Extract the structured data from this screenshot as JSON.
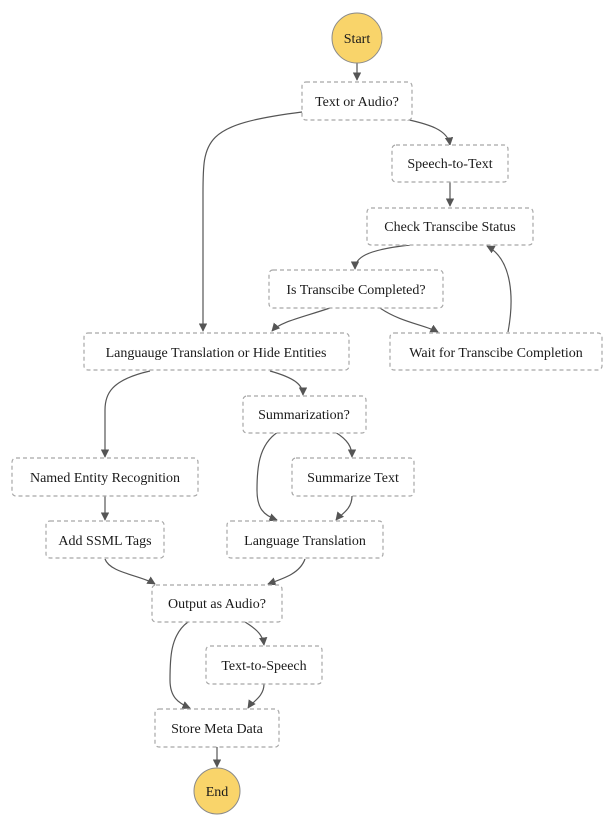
{
  "colors": {
    "terminal_fill": "#f9d46a",
    "box_border": "#a8a8a8",
    "edge": "#555555"
  },
  "nodes": {
    "start": "Start",
    "text_or_audio": "Text or Audio?",
    "speech_to_text": "Speech-to-Text",
    "check_status": "Check Transcibe Status",
    "is_completed": "Is Transcibe Completed?",
    "wait": "Wait for Transcibe Completion",
    "translate_or_hide": "Languauge Translation or Hide Entities",
    "summarization": "Summarization?",
    "ner": "Named Entity Recognition",
    "summarize_text": "Summarize Text",
    "ssml": "Add SSML Tags",
    "language_translation": "Language Translation",
    "output_audio": "Output as Audio?",
    "tts": "Text-to-Speech",
    "store_meta": "Store Meta Data",
    "end": "End"
  }
}
